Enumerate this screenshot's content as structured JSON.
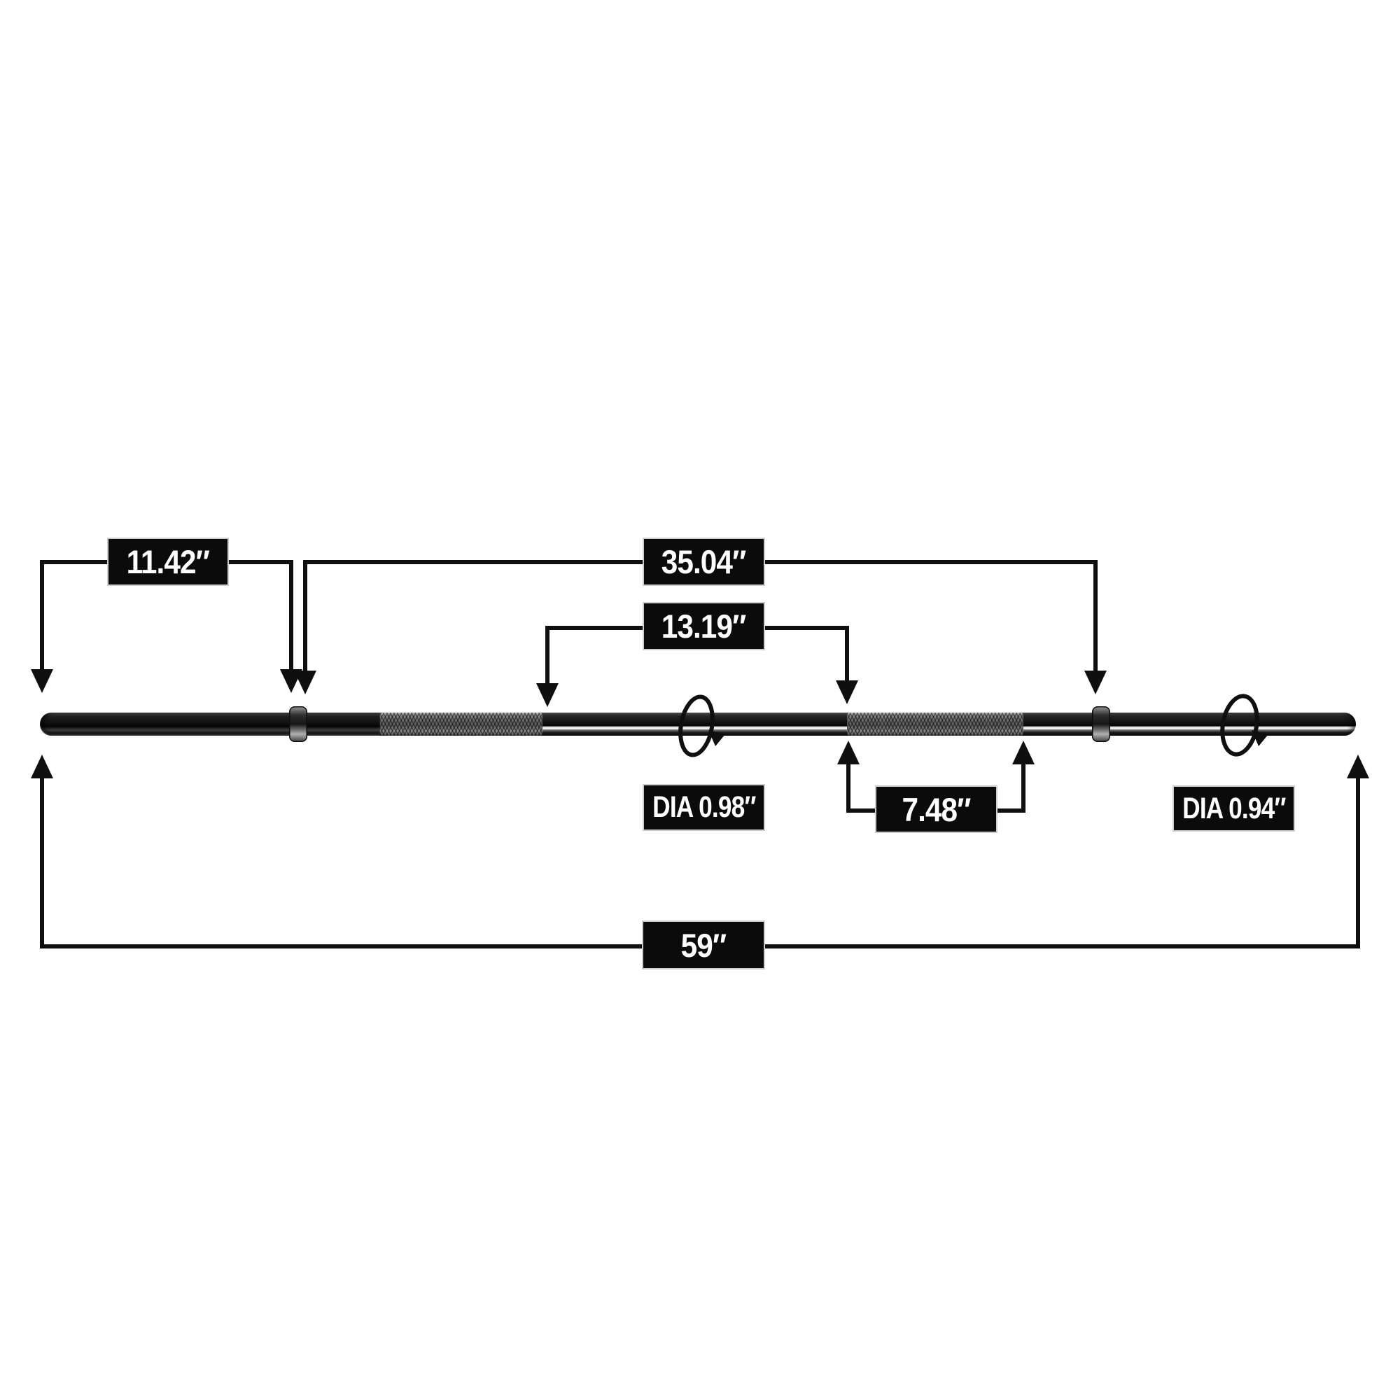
{
  "diagram_title": "Barbell bar dimension diagram",
  "labels": {
    "dim_11_42": "11.42″",
    "dim_35_04": "35.04″",
    "dim_13_19": "13.19″",
    "dia_0_98": "DIA 0.98″",
    "dim_7_48": "7.48″",
    "dia_0_94": "DIA 0.94″",
    "dim_59": "59″"
  },
  "measurement_values_inches": {
    "end_to_collar": 11.42,
    "between_collars": 35.04,
    "center_section": 13.19,
    "grip_diameter": 0.98,
    "knurl_grip_length": 7.48,
    "sleeve_diameter": 0.94,
    "total_length": 59
  },
  "colors": {
    "background": "#ffffff",
    "line": "#0f0f0f",
    "label_bg": "#0b0b0b",
    "label_border": "#cdcdcd",
    "label_text": "#ffffff",
    "bar_dark": "#141414",
    "knurl_gray": "#7b7b7b"
  }
}
